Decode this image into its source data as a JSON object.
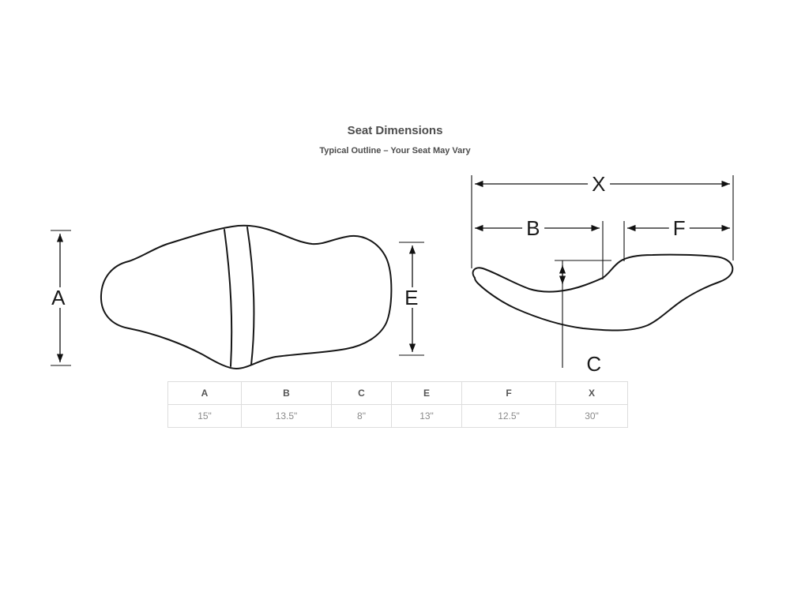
{
  "page": {
    "title": "Seat Dimensions",
    "subtitle": "Typical Outline – Your Seat May Vary"
  },
  "diagram": {
    "labels": {
      "A": "A",
      "B": "B",
      "C": "C",
      "E": "E",
      "F": "F",
      "X": "X"
    }
  },
  "table": {
    "headers": [
      "A",
      "B",
      "C",
      "E",
      "F",
      "X"
    ],
    "values": [
      "15\"",
      "13.5\"",
      "8\"",
      "13\"",
      "12.5\"",
      "30\""
    ]
  },
  "colors": {
    "background": "#ffffff",
    "line": "#111111",
    "heading_text": "#4d4d4d",
    "table_border": "#dddddd",
    "table_header_text": "#555555",
    "table_value_text": "#8a8a8a"
  }
}
